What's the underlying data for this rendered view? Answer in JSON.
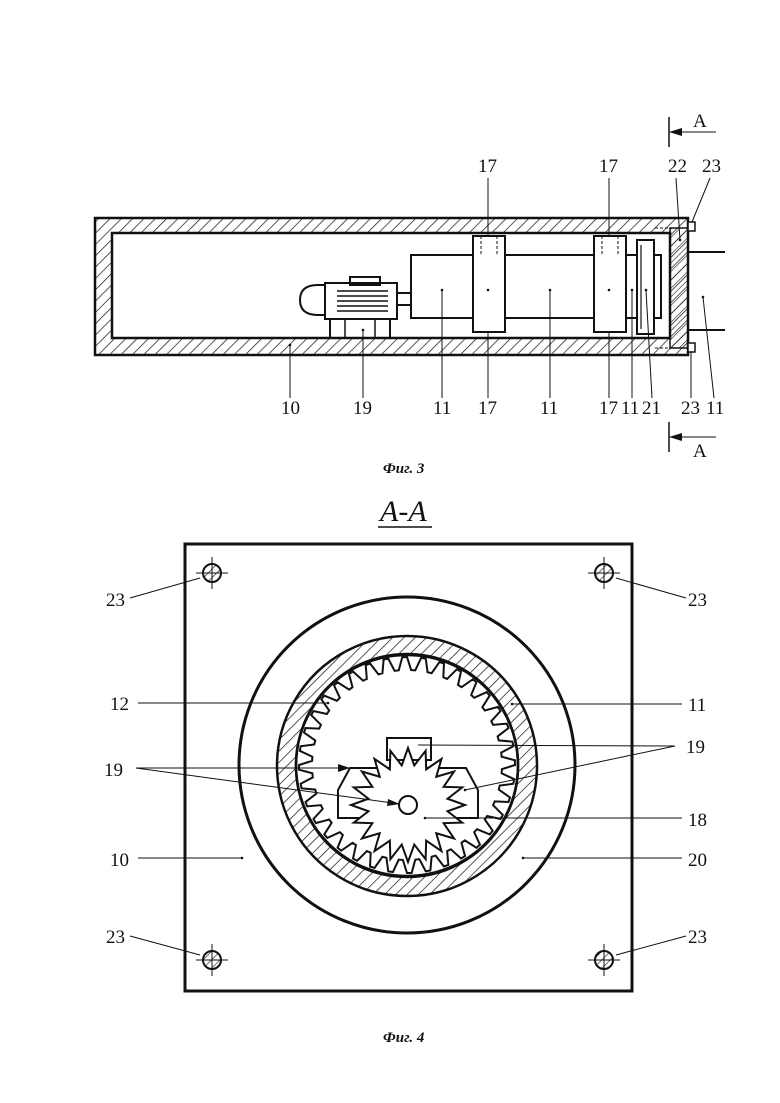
{
  "fig3": {
    "caption": "Фиг. 3",
    "section_marks": {
      "top": "А",
      "bottom": "А"
    },
    "labels": {
      "l17_top_a": "17",
      "l17_top_b": "17",
      "l22": "22",
      "l23_top": "23",
      "l10": "10",
      "l19": "19",
      "l11_a": "11",
      "l17_bot_a": "17",
      "l11_b": "11",
      "l17_bot_b": "17",
      "l11_c": "11",
      "l21": "21",
      "l23_bot": "23",
      "l11_d": "11"
    }
  },
  "fig4": {
    "section_title": "А-А",
    "caption": "Фиг. 4",
    "labels": {
      "l23_tl": "23",
      "l23_tr": "23",
      "l12": "12",
      "l11": "11",
      "l19_left": "19",
      "l19_right": "19",
      "l18": "18",
      "l10": "10",
      "l20": "20",
      "l23_bl": "23",
      "l23_br": "23"
    }
  }
}
